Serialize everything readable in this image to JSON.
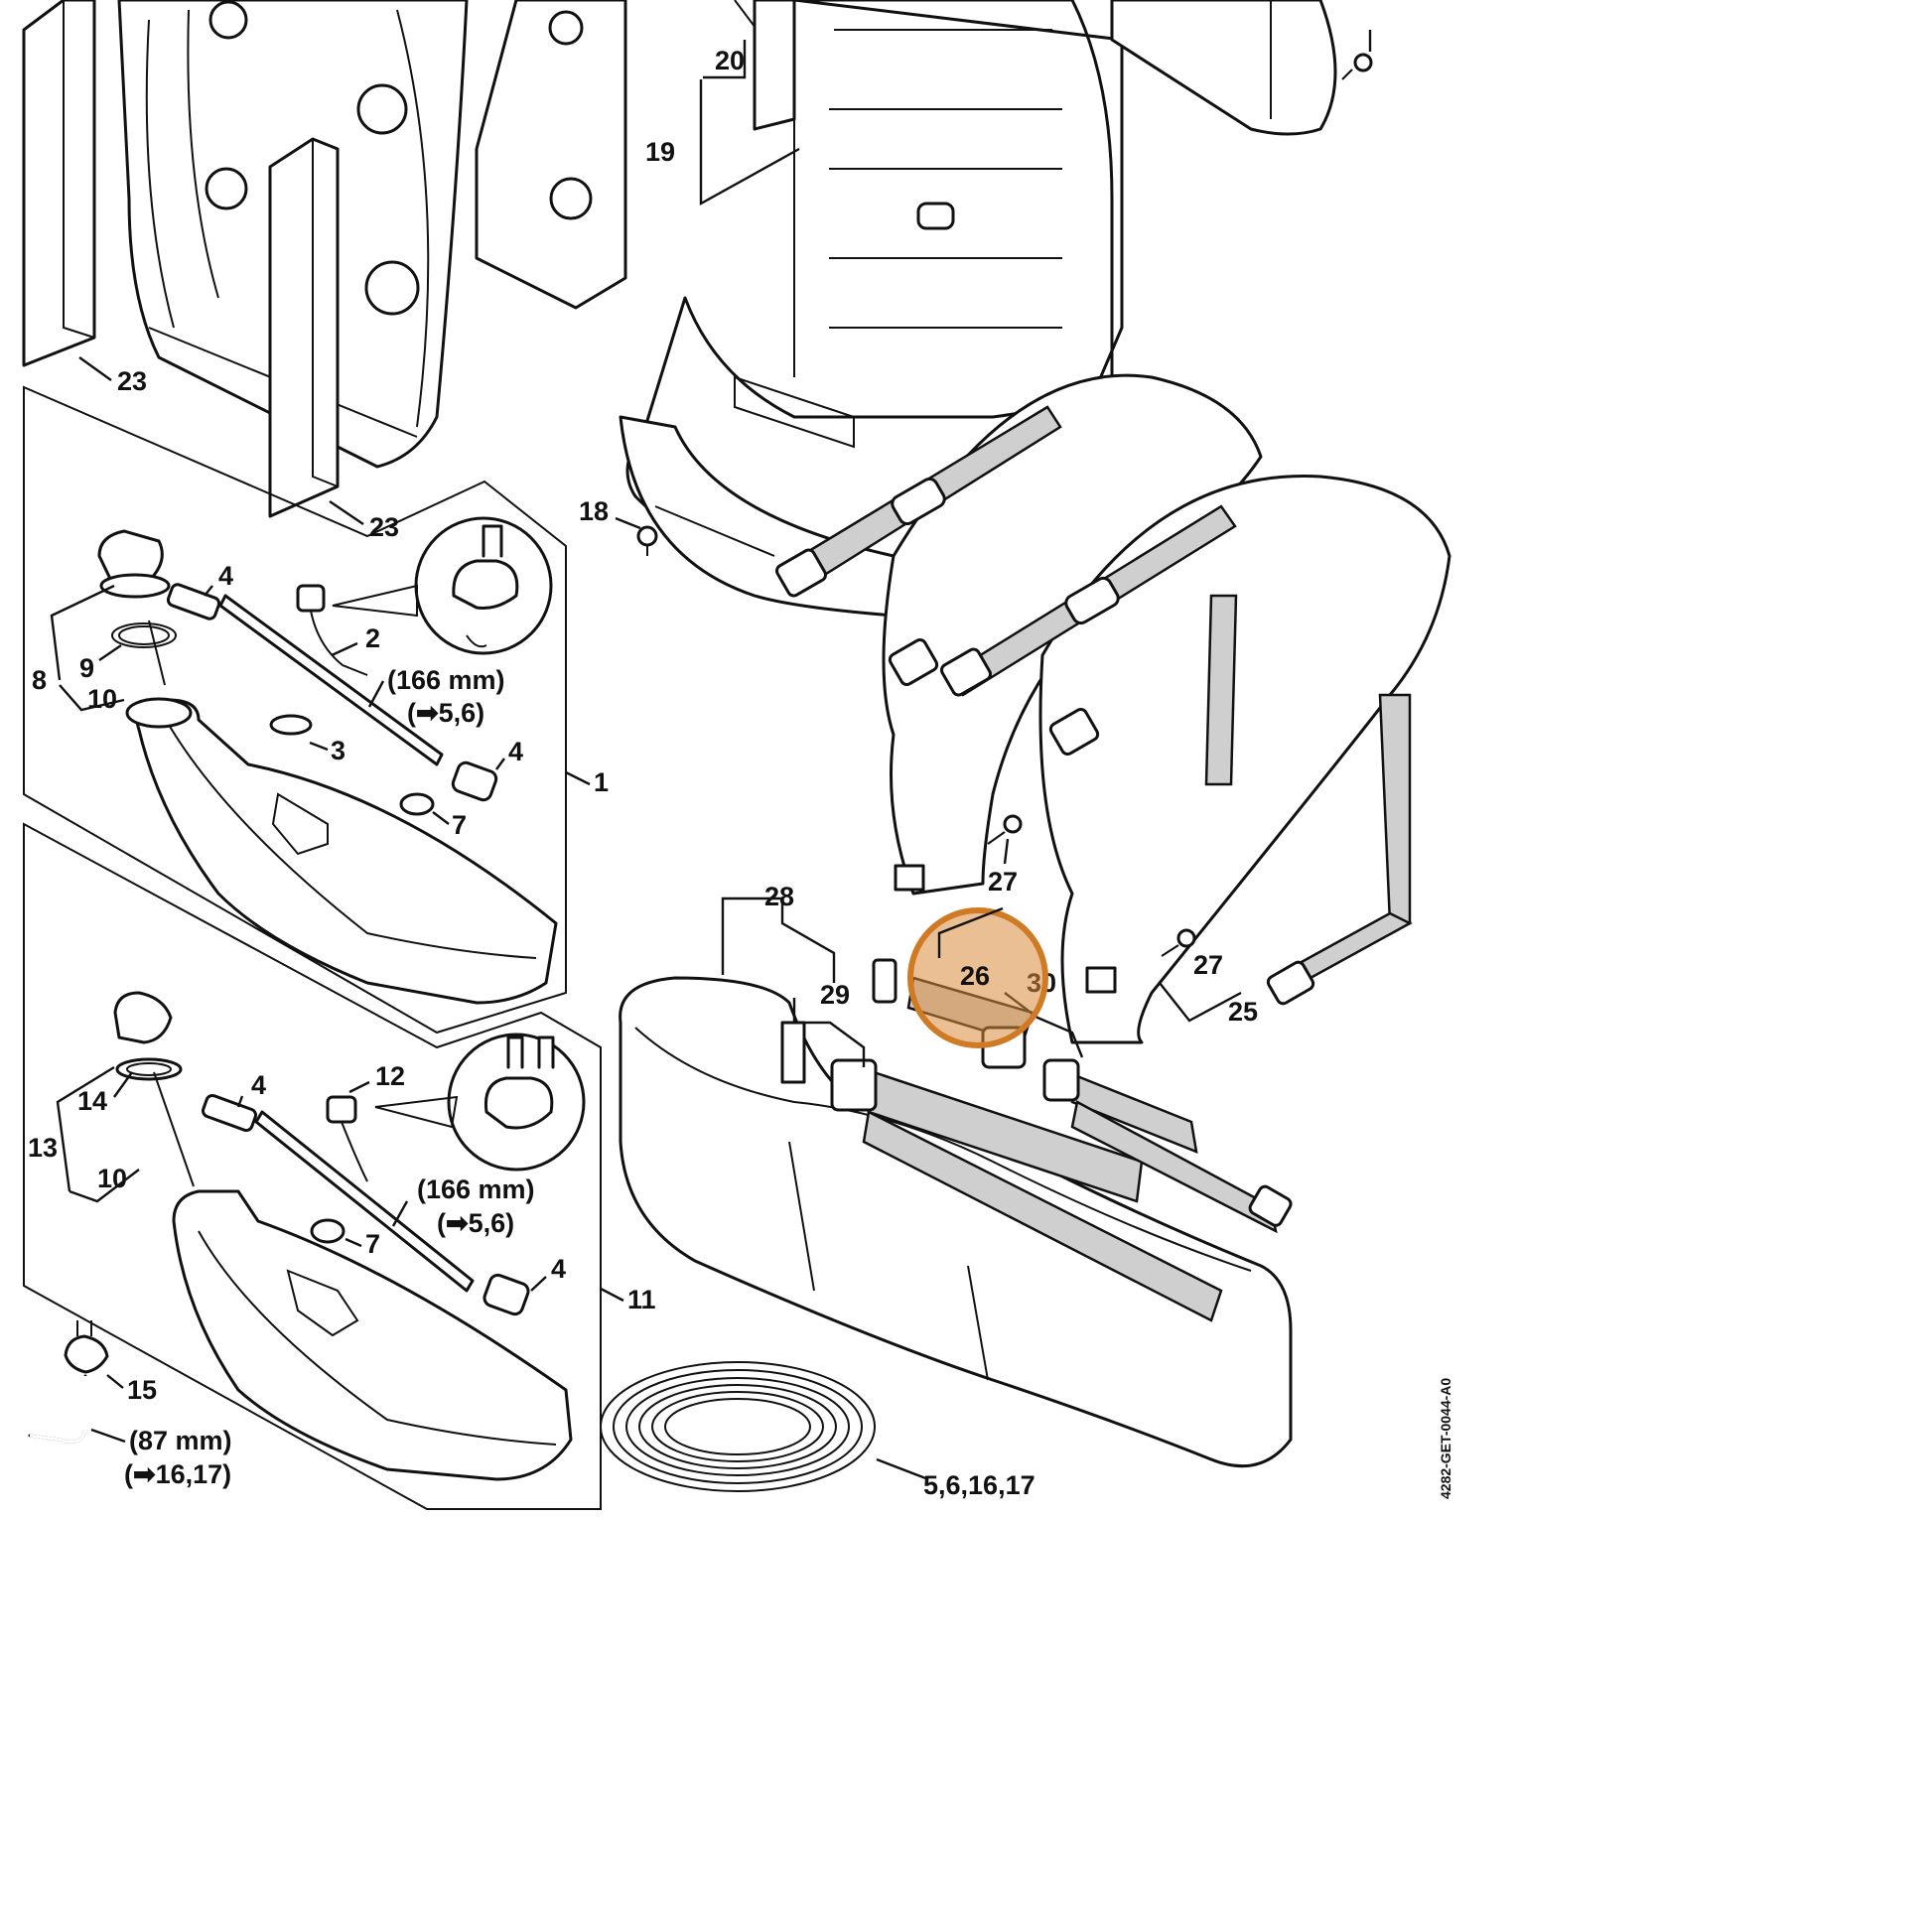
{
  "labels": {
    "c1": "1",
    "c2": "2",
    "c3": "3",
    "c4a": "4",
    "c4b": "4",
    "c4c": "4",
    "c4d": "4",
    "c7a": "7",
    "c7b": "7",
    "c8": "8",
    "c9": "9",
    "c10a": "10",
    "c10b": "10",
    "c11": "11",
    "c12": "12",
    "c13": "13",
    "c14": "14",
    "c15": "15",
    "c18": "18",
    "c19": "19",
    "c20": "20",
    "c23a": "23",
    "c23b": "23",
    "c25": "25",
    "c26": "26",
    "c27a": "27",
    "c27b": "27",
    "c28": "28",
    "c29": "29",
    "c30": "30",
    "c5616": "5,6,16,17",
    "len166a": "(166 mm)",
    "ref56a": "(➡5,6)",
    "len166b": "(166 mm)",
    "ref56b": "(➡5,6)",
    "len87": "(87 mm)",
    "ref1617": "(➡16,17)",
    "drawing_code": "4282-GET-0044-A0"
  },
  "highlight": {
    "part": "26",
    "color": "#d98a3a"
  }
}
